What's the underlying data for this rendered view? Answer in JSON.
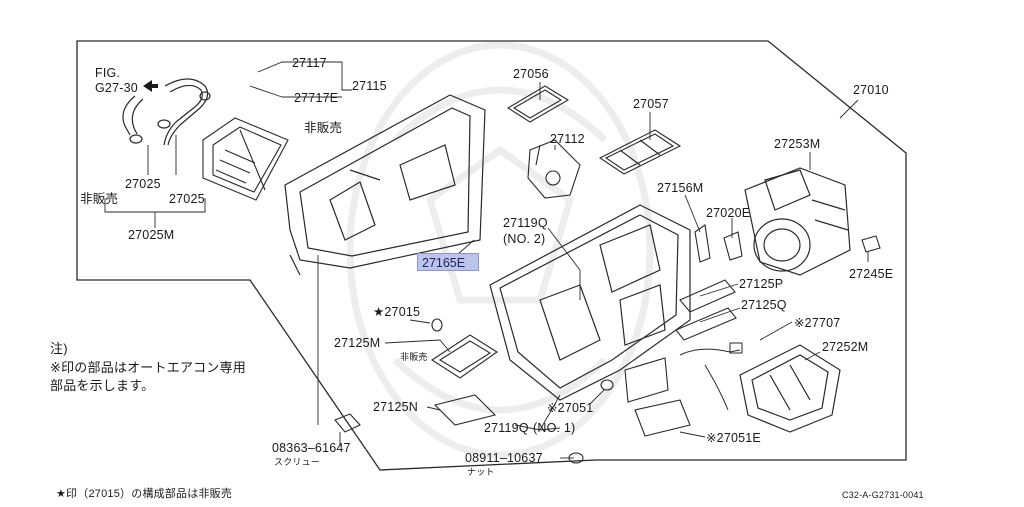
{
  "figure_ref": "FIG.",
  "figure_ref_num": "G27-30",
  "notes": {
    "heading": "注)",
    "line1": "※印の部品はオートエアコン専用",
    "line2": "部品を示します。"
  },
  "footnote": "★印（27015）の構成部品は非販売",
  "diagram_code": "C32-A-G2731-0041",
  "parts": {
    "p27117": "27117",
    "p27115": "27115",
    "p27717e": "27717E",
    "not_sold_a": "非販売",
    "p27056": "27056",
    "p27057": "27057",
    "p27010": "27010",
    "p27112": "27112",
    "p27253m": "27253M",
    "p27025a": "27025",
    "not_sold_b": "非販売",
    "p27025b": "27025",
    "p27025m": "27025M",
    "p27156m": "27156M",
    "p27119q_2": "27119Q",
    "no2": "(NO. 2)",
    "p27020e": "27020E",
    "p27165e": "27165E",
    "p27245e": "27245E",
    "p27125p": "27125P",
    "p27015": "★27015",
    "p27125q": "27125Q",
    "p27707": "※27707",
    "p27125m": "27125M",
    "not_sold_c": "非販売",
    "p27252m": "27252M",
    "p27051": "※27051",
    "p27125n": "27125N",
    "p27119q_1": "27119Q",
    "no1": "(NO. 1)",
    "p27051e": "※27051E",
    "p08363": "08363–61647",
    "screw": "スクリュー",
    "p08911": "08911–10637",
    "nut": "ナット"
  },
  "colors": {
    "line": "#2a2a2a",
    "highlight": "#bcc4ec",
    "watermark": "#ececec"
  }
}
